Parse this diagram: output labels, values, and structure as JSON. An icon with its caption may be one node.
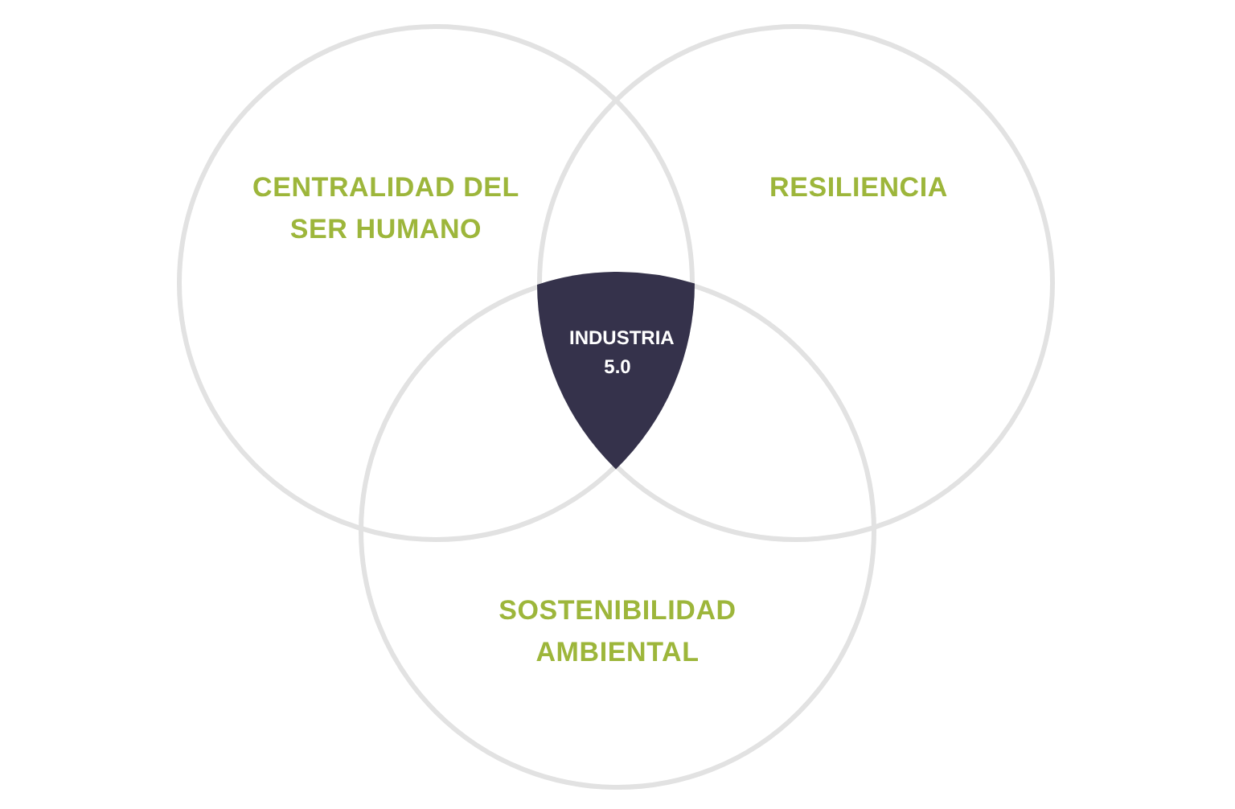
{
  "diagram": {
    "nodes": [
      {
        "text": [
          "CENTRALIDAD DEL SER HUMANO"
        ]
      },
      {
        "text": [
          "RESILIENCIA"
        ]
      },
      {
        "text": [
          "SOSTENIBILIDAD AMBIENTAL"
        ]
      },
      {
        "text": [
          "INDUSTRIA 5.0"
        ]
      }
    ]
  }
}
